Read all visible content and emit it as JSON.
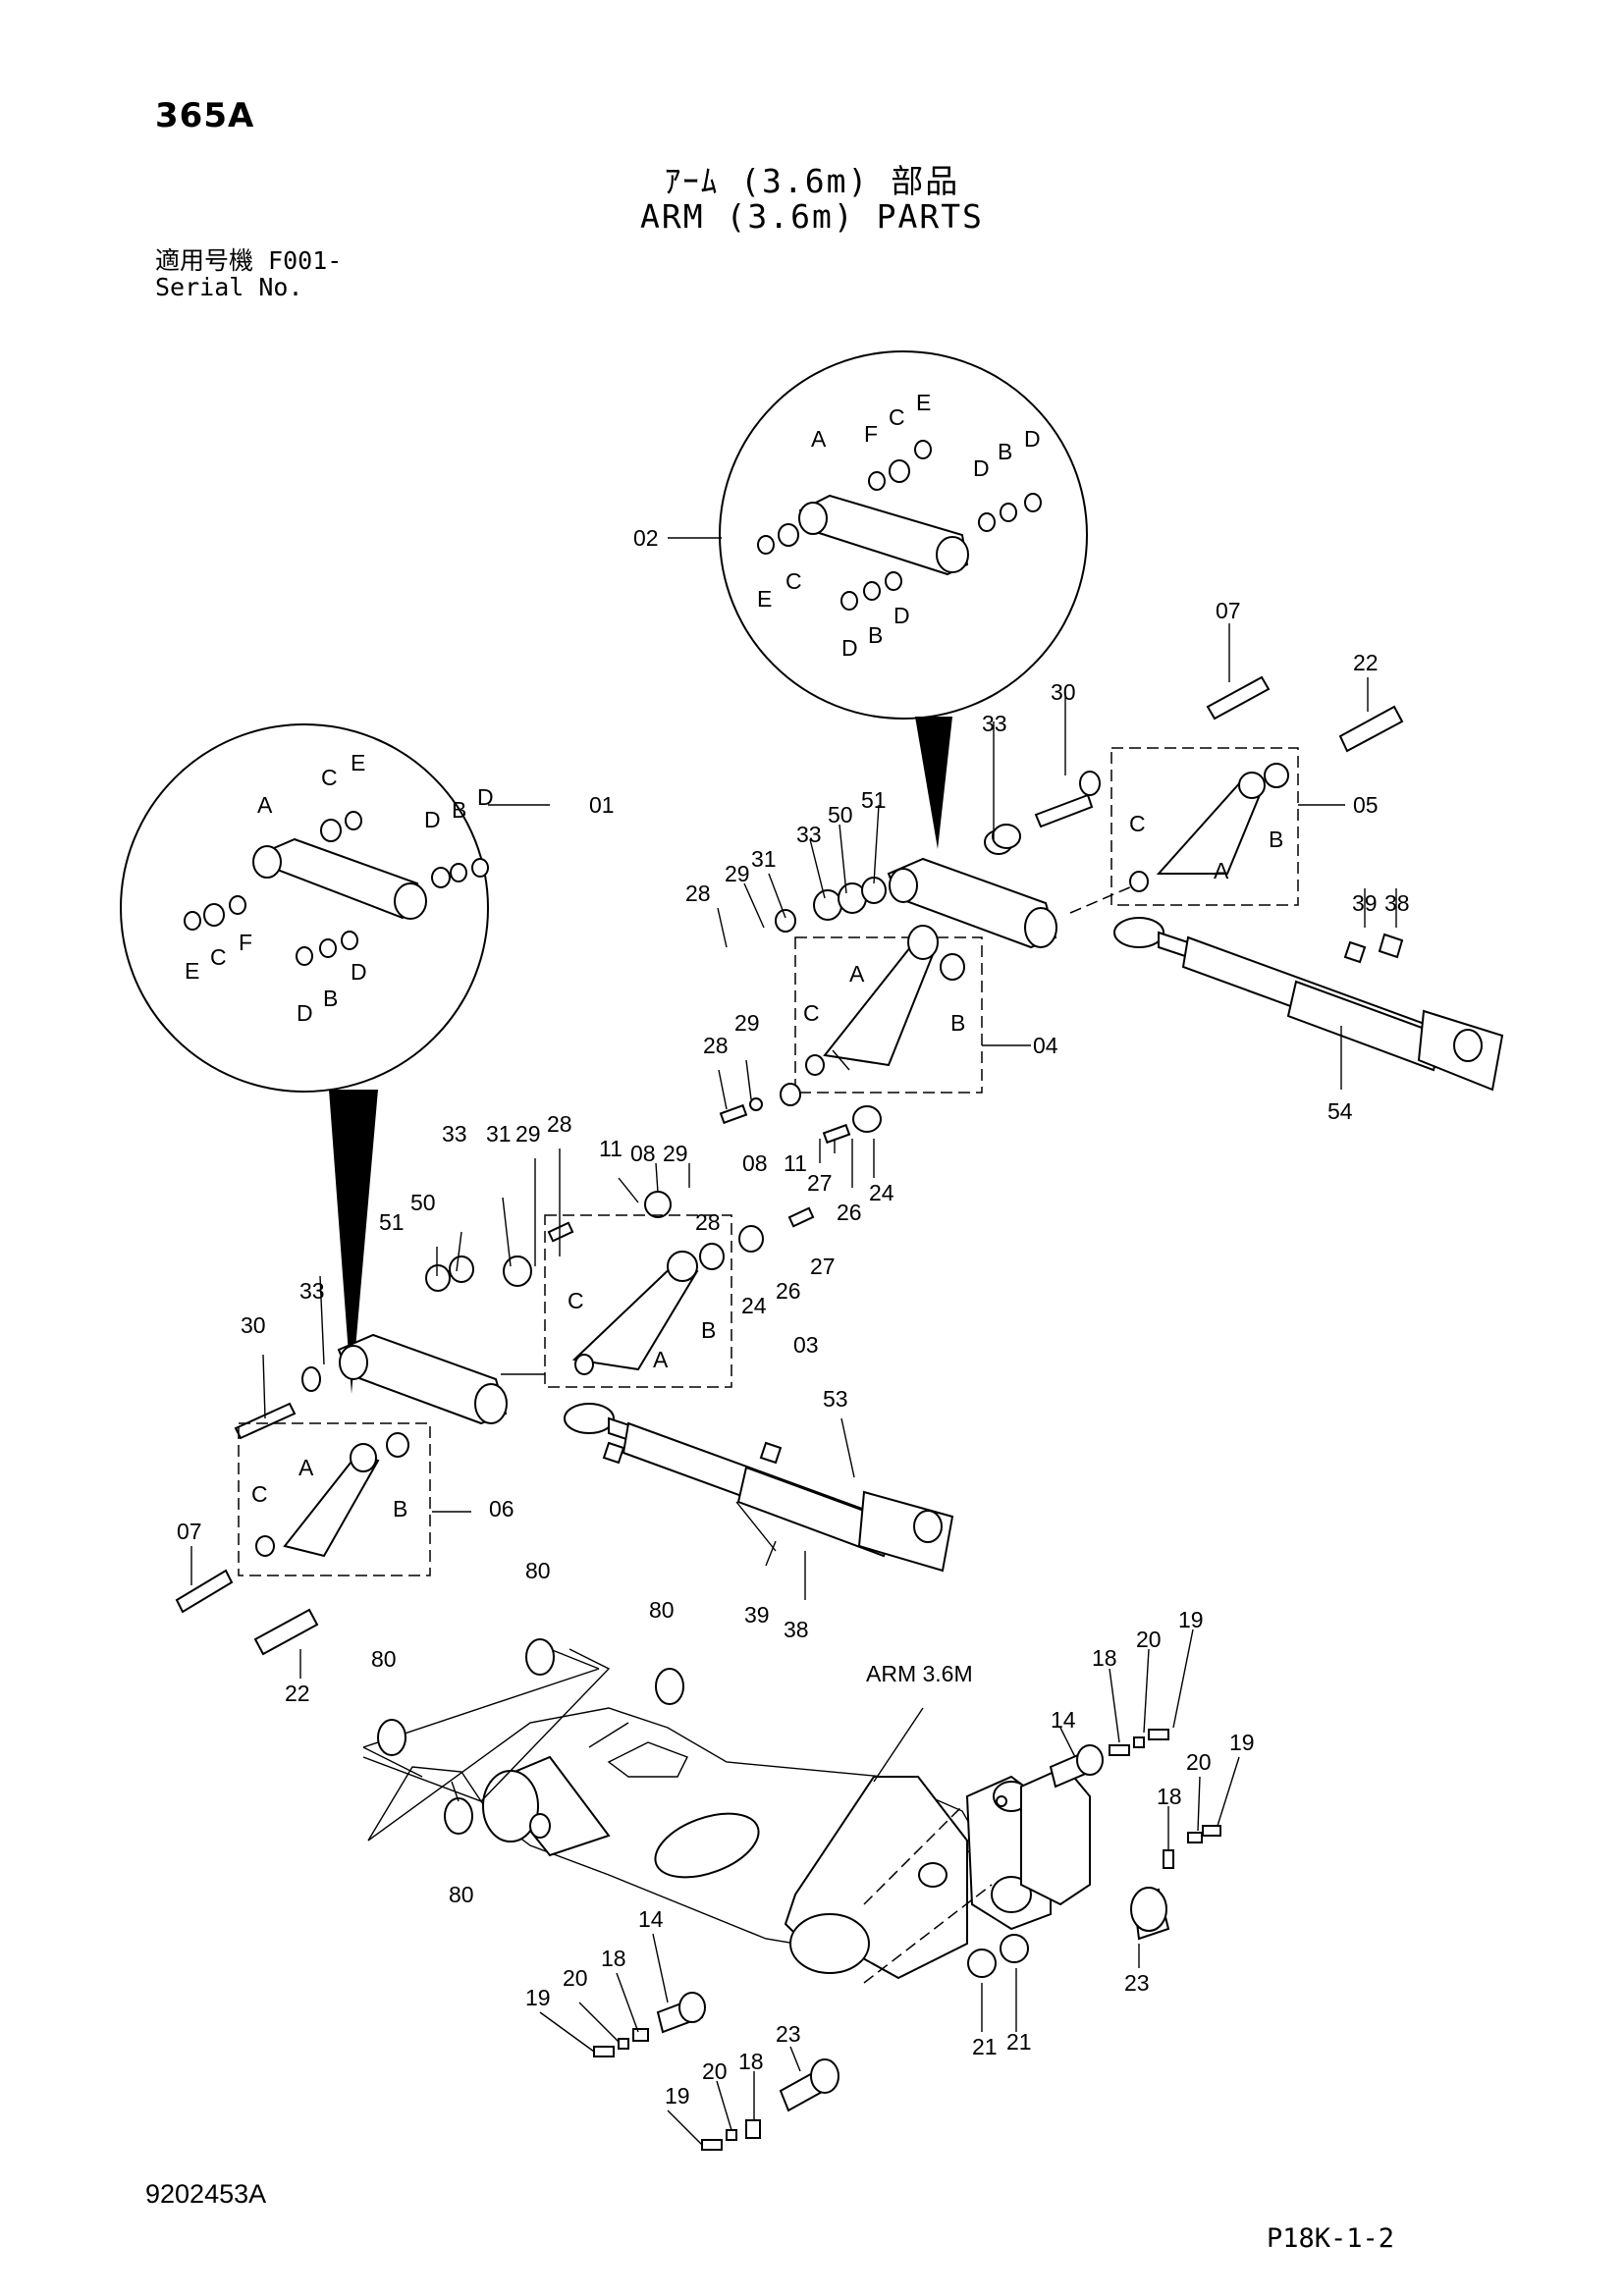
{
  "header": {
    "model": "365A",
    "title_jp": "ｱｰﾑ (3.6m) 部品",
    "title_en": "ARM (3.6m) PARTS",
    "serial_jp": "適用号機  F001-",
    "serial_en": "Serial No."
  },
  "footer": {
    "doc_number": "9202453A",
    "page_ref": "P18K-1-2"
  },
  "callouts": [
    {
      "id": "c01",
      "text": "01"
    },
    {
      "id": "c02",
      "text": "02"
    },
    {
      "id": "c03",
      "text": "03"
    },
    {
      "id": "c04",
      "text": "04"
    },
    {
      "id": "c05",
      "text": "05"
    },
    {
      "id": "c06",
      "text": "06"
    },
    {
      "id": "c07a",
      "text": "07"
    },
    {
      "id": "c07b",
      "text": "07"
    },
    {
      "id": "c08a",
      "text": "08"
    },
    {
      "id": "c08b",
      "text": "08"
    },
    {
      "id": "c11a",
      "text": "11"
    },
    {
      "id": "c11b",
      "text": "11"
    },
    {
      "id": "c14a",
      "text": "14"
    },
    {
      "id": "c14b",
      "text": "14"
    },
    {
      "id": "c18a",
      "text": "18"
    },
    {
      "id": "c18b",
      "text": "18"
    },
    {
      "id": "c18c",
      "text": "18"
    },
    {
      "id": "c18d",
      "text": "18"
    },
    {
      "id": "c19a",
      "text": "19"
    },
    {
      "id": "c19b",
      "text": "19"
    },
    {
      "id": "c19c",
      "text": "19"
    },
    {
      "id": "c19d",
      "text": "19"
    },
    {
      "id": "c20a",
      "text": "20"
    },
    {
      "id": "c20b",
      "text": "20"
    },
    {
      "id": "c20c",
      "text": "20"
    },
    {
      "id": "c20d",
      "text": "20"
    },
    {
      "id": "c21a",
      "text": "21"
    },
    {
      "id": "c21b",
      "text": "21"
    },
    {
      "id": "c22a",
      "text": "22"
    },
    {
      "id": "c22b",
      "text": "22"
    },
    {
      "id": "c23a",
      "text": "23"
    },
    {
      "id": "c23b",
      "text": "23"
    },
    {
      "id": "c24a",
      "text": "24"
    },
    {
      "id": "c24b",
      "text": "24"
    },
    {
      "id": "c26a",
      "text": "26"
    },
    {
      "id": "c26b",
      "text": "26"
    },
    {
      "id": "c27a",
      "text": "27"
    },
    {
      "id": "c27b",
      "text": "27"
    },
    {
      "id": "c28a",
      "text": "28"
    },
    {
      "id": "c28b",
      "text": "28"
    },
    {
      "id": "c28c",
      "text": "28"
    },
    {
      "id": "c28d",
      "text": "28"
    },
    {
      "id": "c29a",
      "text": "29"
    },
    {
      "id": "c29b",
      "text": "29"
    },
    {
      "id": "c29c",
      "text": "29"
    },
    {
      "id": "c29d",
      "text": "29"
    },
    {
      "id": "c30a",
      "text": "30"
    },
    {
      "id": "c30b",
      "text": "30"
    },
    {
      "id": "c31a",
      "text": "31"
    },
    {
      "id": "c31b",
      "text": "31"
    },
    {
      "id": "c33a",
      "text": "33"
    },
    {
      "id": "c33b",
      "text": "33"
    },
    {
      "id": "c33c",
      "text": "33"
    },
    {
      "id": "c33d",
      "text": "33"
    },
    {
      "id": "c38a",
      "text": "38"
    },
    {
      "id": "c38b",
      "text": "38"
    },
    {
      "id": "c39a",
      "text": "39"
    },
    {
      "id": "c39b",
      "text": "39"
    },
    {
      "id": "c50a",
      "text": "50"
    },
    {
      "id": "c50b",
      "text": "50"
    },
    {
      "id": "c51a",
      "text": "51"
    },
    {
      "id": "c51b",
      "text": "51"
    },
    {
      "id": "c53",
      "text": "53"
    },
    {
      "id": "c54",
      "text": "54"
    },
    {
      "id": "c80a",
      "text": "80"
    },
    {
      "id": "c80b",
      "text": "80"
    },
    {
      "id": "c80c",
      "text": "80"
    },
    {
      "id": "c80d",
      "text": "80"
    },
    {
      "id": "arm",
      "text": "ARM  3.6M"
    }
  ],
  "letters": [
    {
      "id": "l1A",
      "text": "A"
    },
    {
      "id": "l1C",
      "text": "C"
    },
    {
      "id": "l1E",
      "text": "E"
    },
    {
      "id": "l1Da",
      "text": "D"
    },
    {
      "id": "l1B",
      "text": "B"
    },
    {
      "id": "l1Db",
      "text": "D"
    },
    {
      "id": "l1E2",
      "text": "E"
    },
    {
      "id": "l1C2",
      "text": "C"
    },
    {
      "id": "l1F",
      "text": "F"
    },
    {
      "id": "l1D3",
      "text": "D"
    },
    {
      "id": "l1B2",
      "text": "B"
    },
    {
      "id": "l1D4",
      "text": "D"
    },
    {
      "id": "l2A",
      "text": "A"
    },
    {
      "id": "l2F",
      "text": "F"
    },
    {
      "id": "l2C",
      "text": "C"
    },
    {
      "id": "l2E",
      "text": "E"
    },
    {
      "id": "l2Da",
      "text": "D"
    },
    {
      "id": "l2B",
      "text": "B"
    },
    {
      "id": "l2Db",
      "text": "D"
    },
    {
      "id": "l2E2",
      "text": "E"
    },
    {
      "id": "l2C2",
      "text": "C"
    },
    {
      "id": "l2D3",
      "text": "D"
    },
    {
      "id": "l2B2",
      "text": "B"
    },
    {
      "id": "l2D4",
      "text": "D"
    },
    {
      "id": "l3C",
      "text": "C"
    },
    {
      "id": "l3A",
      "text": "A"
    },
    {
      "id": "l3B",
      "text": "B"
    },
    {
      "id": "l4C",
      "text": "C"
    },
    {
      "id": "l4A",
      "text": "A"
    },
    {
      "id": "l4B",
      "text": "B"
    },
    {
      "id": "l5C",
      "text": "C"
    },
    {
      "id": "l5A",
      "text": "A"
    },
    {
      "id": "l5B",
      "text": "B"
    },
    {
      "id": "l6C",
      "text": "C"
    },
    {
      "id": "l6A",
      "text": "A"
    },
    {
      "id": "l6B",
      "text": "B"
    }
  ]
}
